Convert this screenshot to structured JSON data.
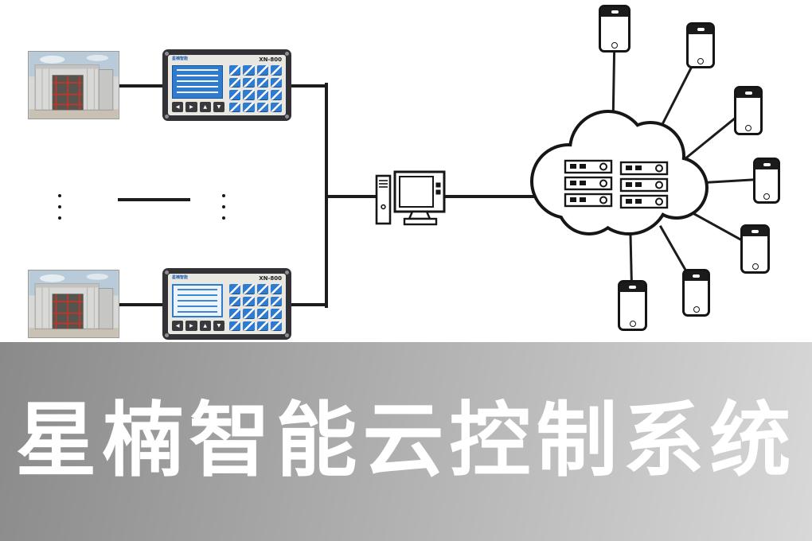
{
  "banner": {
    "title": "星楠智能云控制系统"
  },
  "controllers": [
    {
      "brand": "星楠智能",
      "model": "XN-800"
    },
    {
      "brand": "星楠智能",
      "model": "XN-800"
    }
  ],
  "nav_icons": {
    "left": "◀",
    "right": "▶",
    "up": "▲",
    "down": "▼"
  },
  "keypad": {
    "rows": 4,
    "cols": 4
  },
  "ellipsis": {
    "dot_count": 3
  },
  "cloud": {
    "server_count": 6
  },
  "phones": {
    "count": 7
  },
  "colors": {
    "line": "#1c1c1c",
    "screen_blue": "#2e7bd0",
    "banner_from": "#8a8a8a",
    "banner_to": "#d8d8d8",
    "banner_text": "#ffffff"
  }
}
